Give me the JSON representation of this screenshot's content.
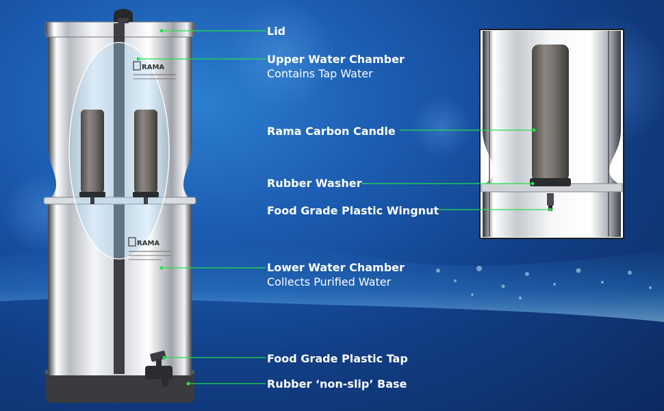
{
  "colors": {
    "background": "#1b5bb0",
    "leader_line": "#22e04a",
    "label_text": "#ffffff",
    "candle": "#6f6a66",
    "steel": "#e6e9ec"
  },
  "product": {
    "brand_marks": [
      "RAMA",
      "RAMA"
    ]
  },
  "labels": {
    "lid": "Lid",
    "upper_chamber": "Upper Water Chamber",
    "upper_chamber_desc": "Contains Tap Water",
    "carbon_candle": "Rama Carbon Candle",
    "rubber_washer": "Rubber Washer",
    "wingnut": "Food Grade Plastic Wingnut",
    "lower_chamber": "Lower Water Chamber",
    "lower_chamber_desc": "Collects Purified Water",
    "tap": "Food Grade Plastic Tap",
    "base": "Rubber ‘non-slip’ Base"
  }
}
